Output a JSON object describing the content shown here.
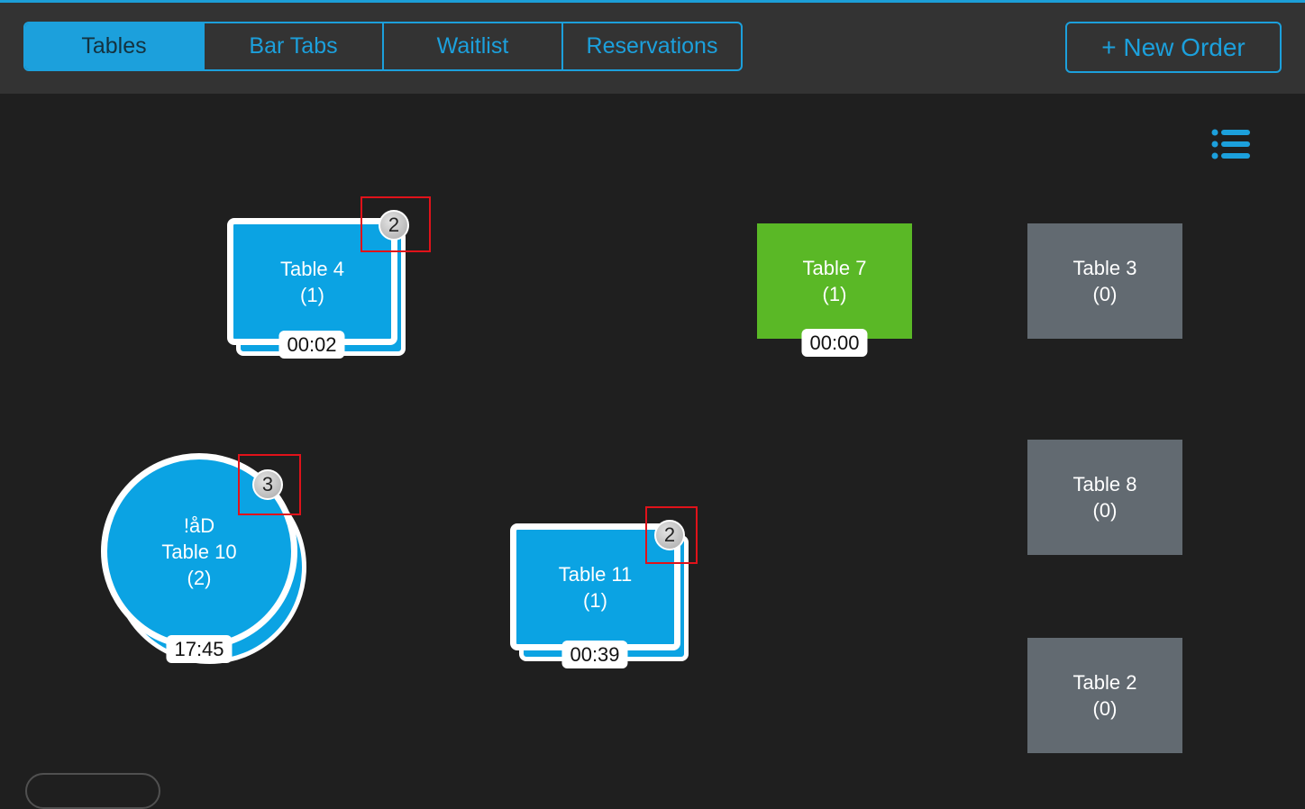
{
  "tabs": [
    {
      "label": "Tables",
      "active": true
    },
    {
      "label": "Bar Tabs",
      "active": false
    },
    {
      "label": "Waitlist",
      "active": false
    },
    {
      "label": "Reservations",
      "active": false
    }
  ],
  "new_order_label": "+ New Order",
  "list_view_icon": "list-icon",
  "colors": {
    "accent": "#1ca0dc",
    "occupied": "#0ba3e3",
    "seated_new": "#5ab826",
    "empty": "#626a71",
    "highlight": "#e0121a"
  },
  "tables": {
    "t4": {
      "name": "Table 4",
      "guests": "(1)",
      "timer": "00:02",
      "badge": "2"
    },
    "t7": {
      "name": "Table 7",
      "guests": "(1)",
      "timer": "00:00"
    },
    "t3": {
      "name": "Table 3",
      "guests": "(0)"
    },
    "t10": {
      "note": "!åD",
      "name": "Table 10",
      "guests": "(2)",
      "timer": "17:45",
      "badge": "3"
    },
    "t11": {
      "name": "Table 11",
      "guests": "(1)",
      "timer": "00:39",
      "badge": "2"
    },
    "t8": {
      "name": "Table 8",
      "guests": "(0)"
    },
    "t2": {
      "name": "Table 2",
      "guests": "(0)"
    }
  }
}
